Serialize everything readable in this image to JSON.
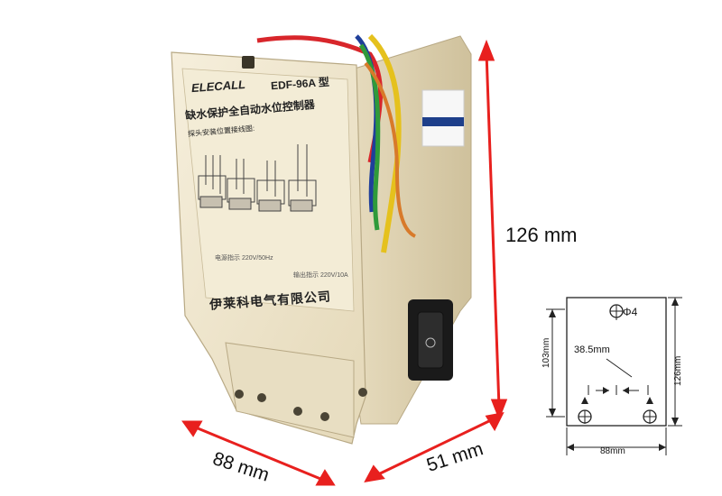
{
  "dimensions": {
    "height": "126 mm",
    "width": "88 mm",
    "depth": "51 mm"
  },
  "device": {
    "brand": "ELECALL",
    "model": "EDF-96A 型",
    "product_title": "缺水保护全自动水位控制器",
    "wiring_title": "探头安装位置接线图:",
    "power_label": "电源指示 220V/50Hz",
    "output_label": "输出指示 220V/10A",
    "company": "伊莱科电气有限公司"
  },
  "mounting_drawing": {
    "hole_label": "Φ4",
    "spacing_label": "38.5mm",
    "height_103": "103mm",
    "height_126": "126mm",
    "width_88": "88mm"
  },
  "colors": {
    "arrow": "#e8201e",
    "body": "#efe6cf",
    "wire_red": "#d8262b",
    "wire_yellow": "#e5c11d",
    "wire_blue": "#1f3f9a",
    "wire_green": "#2f9a3a"
  }
}
